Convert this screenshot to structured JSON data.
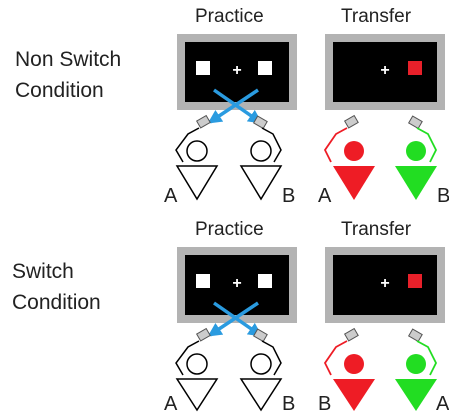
{
  "conditions": [
    {
      "label_line1": "Non Switch",
      "label_line2": "Condition",
      "practice": {
        "phase": "Practice",
        "left_label": "A",
        "right_label": "B"
      },
      "transfer": {
        "phase": "Transfer",
        "left_label": "A",
        "right_label": "B"
      }
    },
    {
      "label_line1": "Switch",
      "label_line2": "Condition",
      "practice": {
        "phase": "Practice",
        "left_label": "A",
        "right_label": "B"
      },
      "transfer": {
        "phase": "Transfer",
        "left_label": "B",
        "right_label": "A"
      }
    }
  ],
  "fixation_symbol": "+",
  "colors": {
    "monitor_frame": "#b3b3b3",
    "screen": "#000000",
    "stimulus_white": "#ffffff",
    "stimulus_red": "#e8202a",
    "arrow_blue": "#2a9be0",
    "person_red": "#ee1c25",
    "person_green": "#22dd22",
    "key_gray": "#c8c8c8"
  }
}
